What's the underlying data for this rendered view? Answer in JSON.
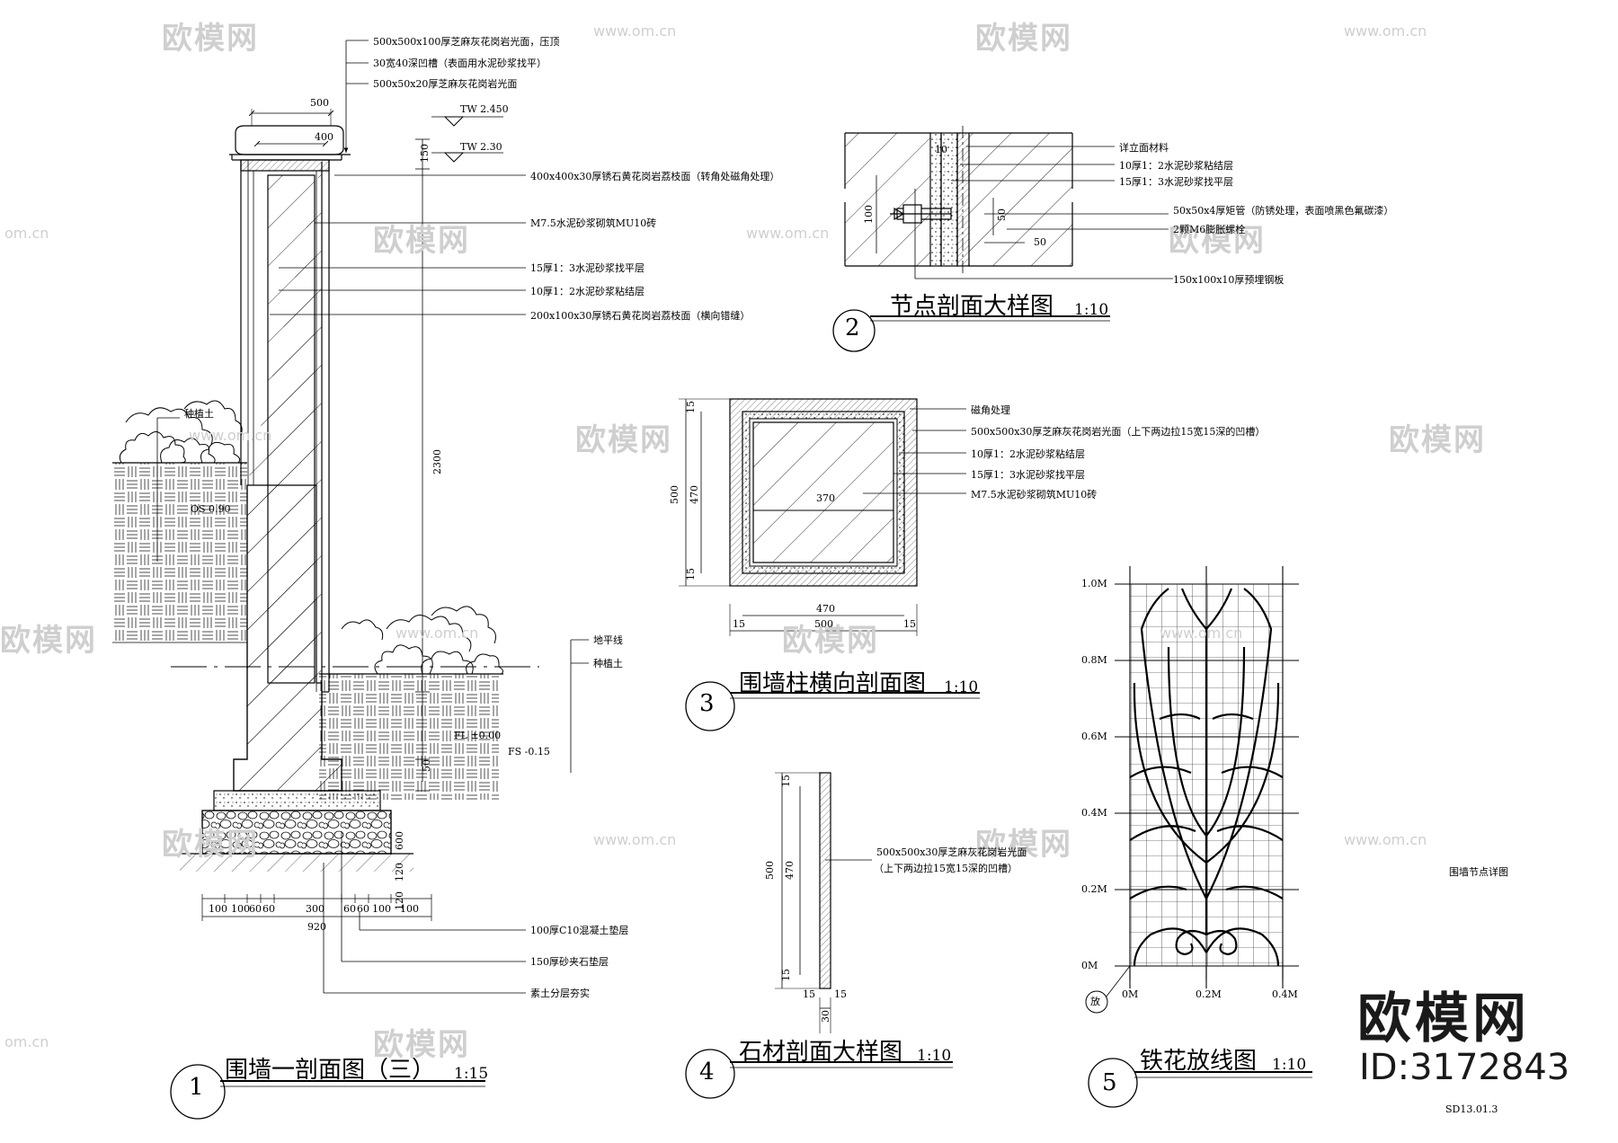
{
  "watermark": {
    "text": "欧模网",
    "url": "www.om.cn",
    "url_short": "om.cn"
  },
  "brand": {
    "name": "欧模网",
    "id": "ID:3172843"
  },
  "sheet_code": "SD13.01.3",
  "sheet_note": "围墙节点详图",
  "drawing1": {
    "num": "1",
    "title": "围墙一剖面图（三）",
    "scale": "1:15",
    "notes": [
      "500x500x100厚芝麻灰花岗岩光面，压顶",
      "30宽40深凹槽（表面用水泥砂浆找平）",
      "500x50x20厚芝麻灰花岗岩光面",
      "400x400x30厚锈石黄花岗岩荔枝面（转角处磁角处理）",
      "M7.5水泥砂浆砌筑MU10砖",
      "15厚1：3水泥砂浆找平层",
      "10厚1：2水泥砂浆粘结层",
      "200x100x30厚锈石黄花岗岩荔枝面（横向错缝）",
      "100厚C10混凝土垫层",
      "150厚砂夹石垫层",
      "素土分层夯实"
    ],
    "left_label": "种植土",
    "right_labels": [
      "地平线",
      "种植土"
    ],
    "levels": {
      "tw1": "TW 2.450",
      "tw2": "TW 2.30",
      "os": "OS 0.90",
      "fl": "FL ±0.00",
      "fs": "FS -0.15"
    },
    "dims": {
      "top": [
        "500",
        "400"
      ],
      "height": "2300",
      "cap": "150",
      "d50": "50",
      "d600": "600",
      "d120a": "120",
      "d120b": "120",
      "bottom": [
        "100",
        "100",
        "60",
        "60",
        "300",
        "60",
        "60",
        "100",
        "100"
      ],
      "total": "920"
    }
  },
  "drawing2": {
    "num": "2",
    "title": "节点剖面大样图",
    "scale": "1:10",
    "notes": [
      "详立面材料",
      "10厚1：2水泥砂浆粘结层",
      "15厚1：3水泥砂浆找平层",
      "50x50x4厚矩管（防锈处理，表面喷黑色氟碳漆）",
      "2颗M6膨胀螺栓",
      "150x100x10厚预埋钢板"
    ],
    "dims": {
      "d10": "10",
      "d100": "100",
      "d50v": "50",
      "d50h": "50"
    }
  },
  "drawing3": {
    "num": "3",
    "title": "围墙柱横向剖面图",
    "scale": "1:10",
    "notes": [
      "磁角处理",
      "500x500x30厚芝麻灰花岗岩光面（上下两边拉15宽15深的凹槽）",
      "10厚1：2水泥砂浆粘结层",
      "15厚1：3水泥砂浆找平层",
      "M7.5水泥砂浆砌筑MU10砖"
    ],
    "dims": {
      "d15a": "15",
      "d470v": "470",
      "d500v": "500",
      "d15b": "15",
      "inner": "370",
      "d470h": "470",
      "bottom": [
        "15",
        "500",
        "15"
      ]
    }
  },
  "drawing4": {
    "num": "4",
    "title": "石材剖面大样图",
    "scale": "1:10",
    "notes": [
      "500x500x30厚芝麻灰花岗岩光面",
      "（上下两边拉15宽15深的凹槽）"
    ],
    "dims": {
      "d15a": "15",
      "d470": "470",
      "d500": "500",
      "d15b": "15",
      "bottom": [
        "15",
        "15"
      ],
      "d30": "30"
    }
  },
  "drawing5": {
    "num": "5",
    "title": "铁花放线图",
    "scale": "1:10",
    "y_ticks": [
      "1.0M",
      "0.8M",
      "0.6M",
      "0.4M",
      "0.2M",
      "0M"
    ],
    "x_ticks": [
      "0M",
      "0.2M",
      "0.4M"
    ],
    "origin_label": "放"
  }
}
